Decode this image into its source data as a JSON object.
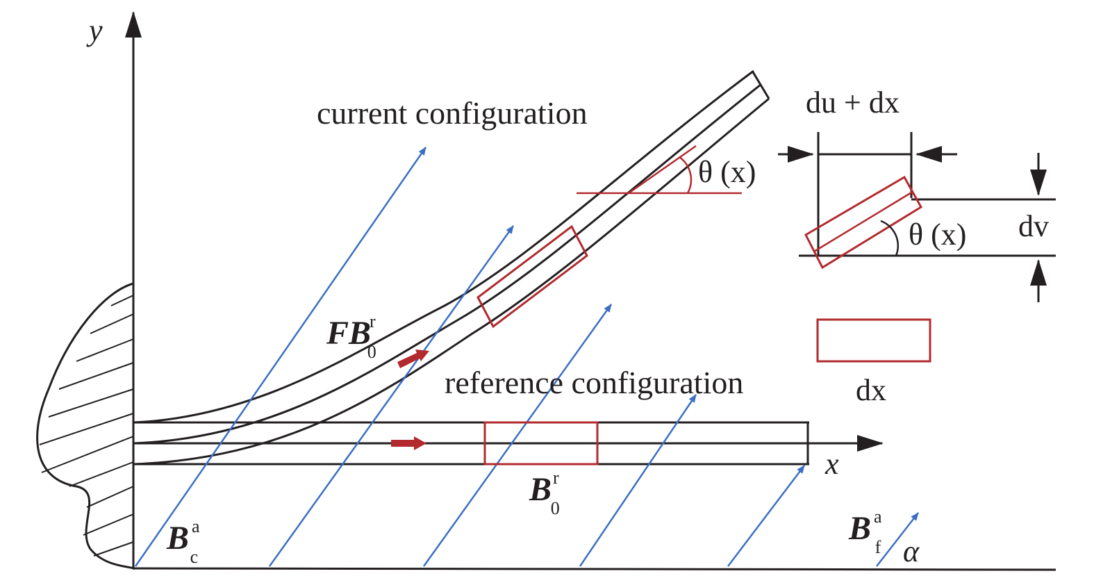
{
  "labels": {
    "y_axis": "y",
    "x_axis": "x",
    "current_configuration": "current configuration",
    "reference_configuration": "reference configuration",
    "du_plus_dx": "du + dx",
    "theta_x_main": "θ (x)",
    "theta_x_inset": "θ (x)",
    "dv": "dv",
    "dx": "dx",
    "FB0r": {
      "main": "FB",
      "sub": "0",
      "sup": "r"
    },
    "B0r": {
      "main": "B",
      "sub": "0",
      "sup": "r"
    },
    "Bca": {
      "main": "B",
      "sub": "c",
      "sup": "a"
    },
    "Bfa": {
      "main": "B",
      "sub": "f",
      "sup": "a"
    },
    "alpha": "α"
  },
  "colors": {
    "line": "#231f20",
    "field_arrow": "#3b6fc4",
    "element": "#b22a2e",
    "flow_arrow": "#b22a2e"
  }
}
